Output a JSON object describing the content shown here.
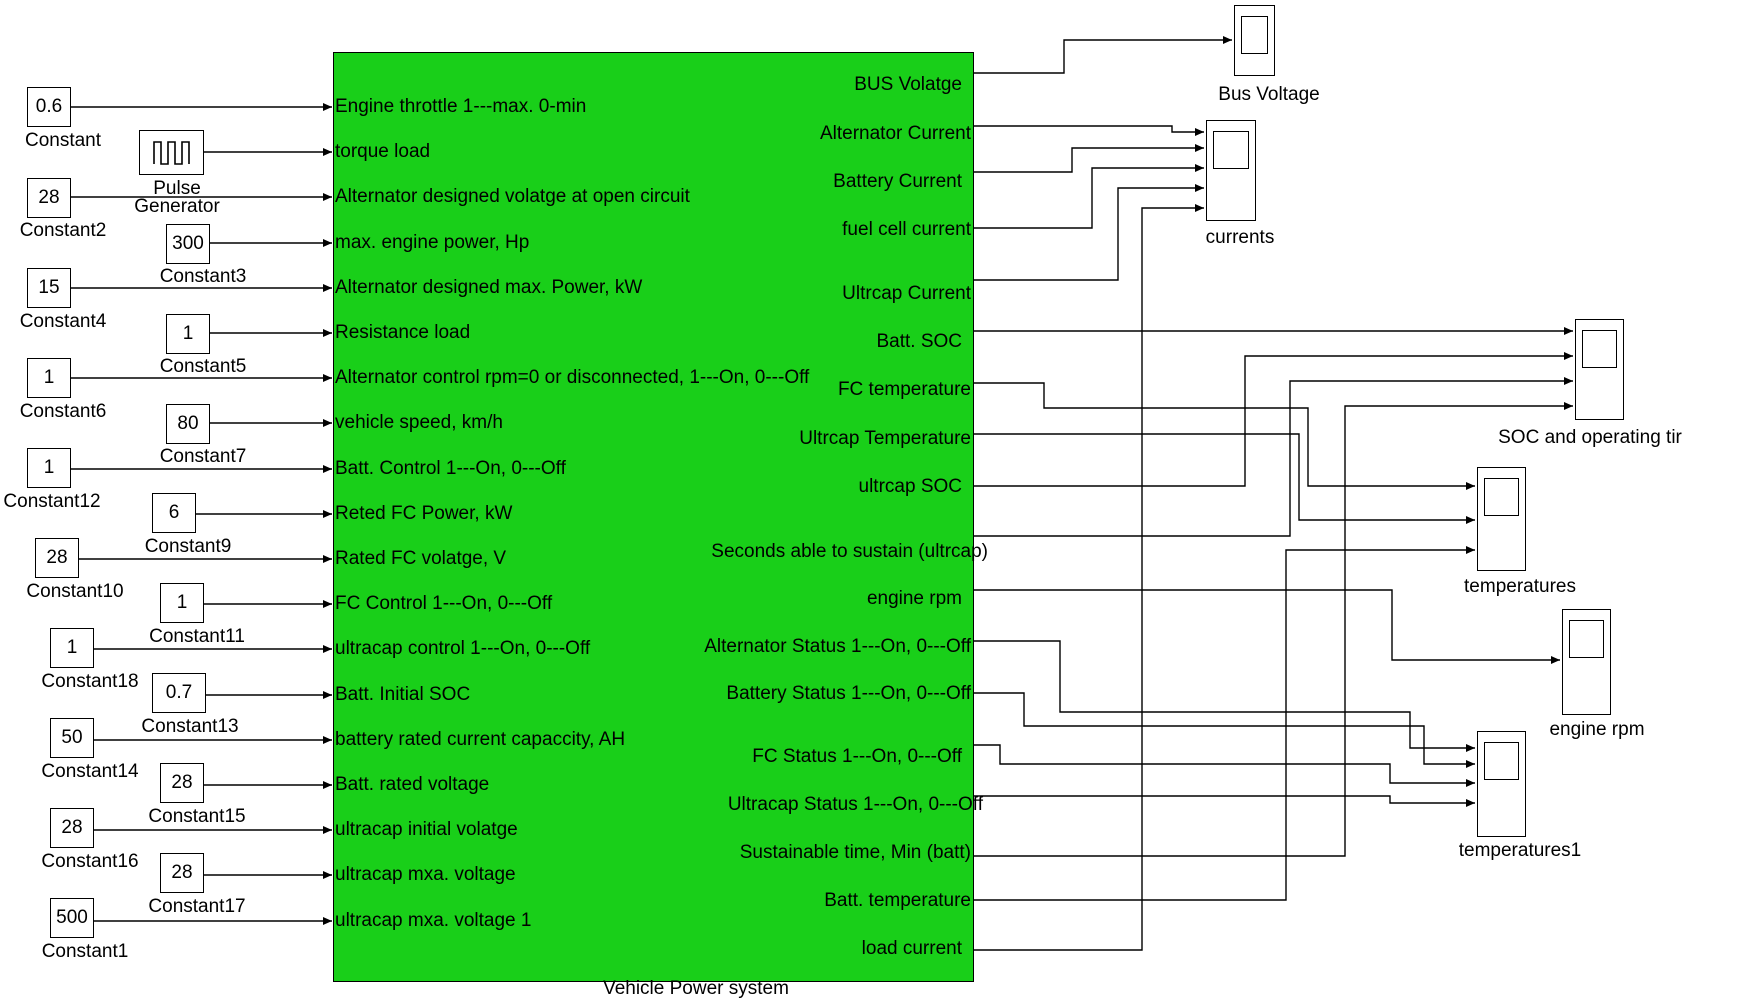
{
  "main_block": {
    "name": "Vehicle Power system",
    "inputs": [
      "Engine throttle 1---max. 0-min",
      "torque load",
      "Alternator designed  volatge at open circuit",
      "max. engine power, Hp",
      "Alternator designed  max.  Power, kW",
      "Resistance load",
      "Alternator control rpm=0 or disconnected, 1---On, 0---Off",
      "vehicle speed, km/h",
      "Batt. Control 1---On, 0---Off",
      "Reted FC  Power, kW",
      "Rated FC  volatge, V",
      "FC Control  1---On, 0---Off",
      "ultracap control 1---On, 0---Off",
      "Batt. Initial SOC",
      "battery rated current capaccity, AH",
      "Batt. rated voltage",
      "ultracap initial volatge",
      "ultracap mxa. voltage",
      "ultracap mxa. voltage 1"
    ],
    "outputs": [
      "BUS Volatge",
      "Alternator Current",
      "Battery Current",
      "fuel cell current",
      "Ultrcap Current",
      "Batt. SOC",
      "FC temperature",
      "Ultrcap Temperature",
      "ultrcap SOC",
      "Seconds able to  sustain (ultrcap)",
      "engine rpm",
      "Alternator Status  1---On, 0---Off",
      "Battery Status  1---On, 0---Off",
      "FC Status  1---On, 0---Off",
      "Ultracap Status  1---On, 0---Off",
      "Sustainable time, Min (batt)",
      "Batt. temperature",
      "load current"
    ]
  },
  "constants": [
    {
      "value": "0.6",
      "name": "Constant"
    },
    {
      "value": "",
      "name": "Pulse\nGenerator"
    },
    {
      "value": "28",
      "name": "Constant2"
    },
    {
      "value": "300",
      "name": "Constant3"
    },
    {
      "value": "15",
      "name": "Constant4"
    },
    {
      "value": "1",
      "name": "Constant5"
    },
    {
      "value": "1",
      "name": "Constant6"
    },
    {
      "value": "80",
      "name": "Constant7"
    },
    {
      "value": "1",
      "name": "Constant12"
    },
    {
      "value": "6",
      "name": "Constant9"
    },
    {
      "value": "28",
      "name": "Constant10"
    },
    {
      "value": "1",
      "name": "Constant11"
    },
    {
      "value": "1",
      "name": "Constant18"
    },
    {
      "value": "0.7",
      "name": "Constant13"
    },
    {
      "value": "50",
      "name": "Constant14"
    },
    {
      "value": "28",
      "name": "Constant15"
    },
    {
      "value": "28",
      "name": "Constant16"
    },
    {
      "value": "28",
      "name": "Constant17"
    },
    {
      "value": "500",
      "name": "Constant1"
    }
  ],
  "scopes": [
    {
      "name": "Bus Voltage"
    },
    {
      "name": "currents"
    },
    {
      "name": "SOC and operating tir"
    },
    {
      "name": "temperatures"
    },
    {
      "name": "engine rpm"
    },
    {
      "name": "temperatures1"
    }
  ],
  "colors": {
    "main_block": "#19cf19",
    "lines": "#000000"
  }
}
